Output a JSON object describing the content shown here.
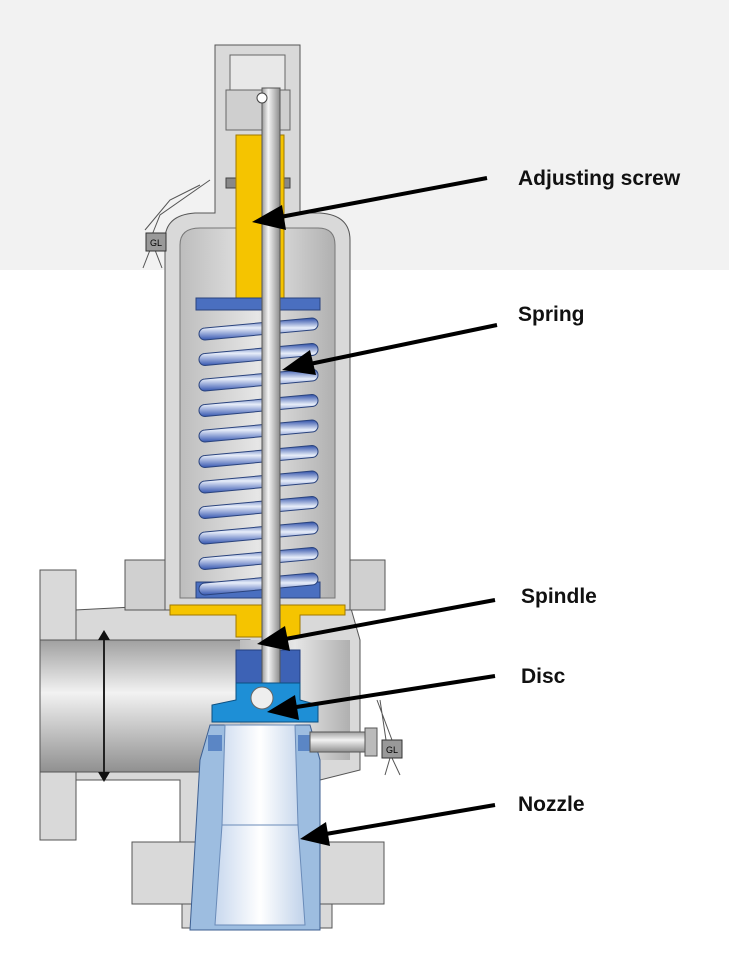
{
  "labels": {
    "adjusting_screw": "Adjusting screw",
    "spring": "Spring",
    "spindle": "Spindle",
    "disc": "Disc",
    "nozzle": "Nozzle"
  },
  "seal_tags": [
    "GL",
    "GL"
  ],
  "colors": {
    "housing": "#d9d9d9",
    "adjusting_screw": "#f5c400",
    "spring": "#4a6fc0",
    "disc": "#1e8fd6",
    "nozzle": "#9dbde0",
    "arrow": "#000000"
  }
}
